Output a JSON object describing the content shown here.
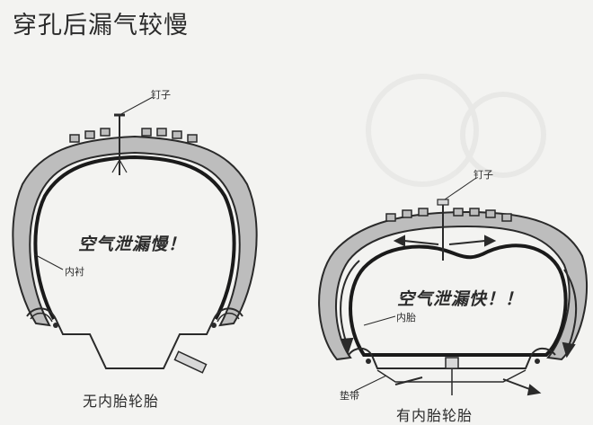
{
  "title": "穿孔后漏气较慢",
  "left_diagram": {
    "nail_label": "钉子",
    "air_label": "空气泄漏慢！",
    "liner_label": "内衬",
    "caption": "无内胎轮胎"
  },
  "right_diagram": {
    "nail_label": "钉子",
    "air_label": "空气泄漏快！！",
    "tube_label": "内胎",
    "flap_label": "垫带",
    "caption": "有内胎轮胎"
  },
  "colors": {
    "tire_fill": "#bdbdbd",
    "line": "#2a2a2a",
    "background": "#f3f3f1"
  }
}
